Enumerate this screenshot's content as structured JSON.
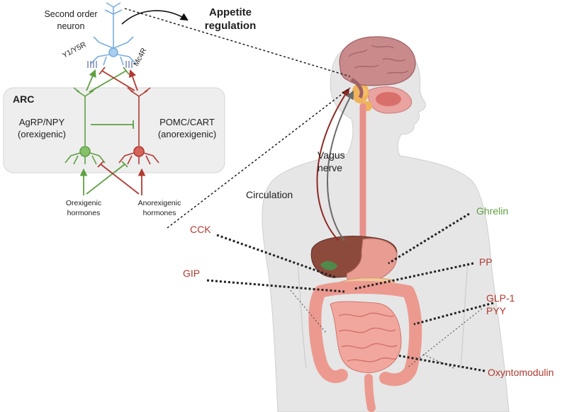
{
  "neuron": {
    "second_order_line1": "Second order",
    "second_order_line2": "neuron",
    "receptor_left": "Y1/Y5R",
    "receptor_right": "Mc4R"
  },
  "appetite": {
    "line1": "Appetite",
    "line2": "regulation"
  },
  "arc": {
    "title": "ARC",
    "agrp_line1": "AgRP/NPY",
    "agrp_line2": "(orexigenic)",
    "pomc_line1": "POMC/CART",
    "pomc_line2": "(anorexigenic)"
  },
  "hormones": {
    "orexigenic_line1": "Orexigenic",
    "orexigenic_line2": "hormones",
    "anorexigenic_line1": "Anorexigenic",
    "anorexigenic_line2": "hormones"
  },
  "body_labels": {
    "vagus_line1": "Vagus",
    "vagus_line2": "nerve",
    "circulation": "Circulation",
    "ghrelin": "Ghrelin",
    "cck": "CCK",
    "gip": "GIP",
    "pp": "PP",
    "glp1": "GLP-1",
    "pyy": "PYY",
    "oxyntomodulin": "Oxyntomodulin"
  },
  "colors": {
    "orexigenic_green": "#5fa043",
    "anorexigenic_red": "#b03a31",
    "second_order_blue": "#7aaedc",
    "arc_box": "#eeeeee",
    "body_silhouette": "#e6e6e6",
    "gut_pink": "#e8908a"
  }
}
